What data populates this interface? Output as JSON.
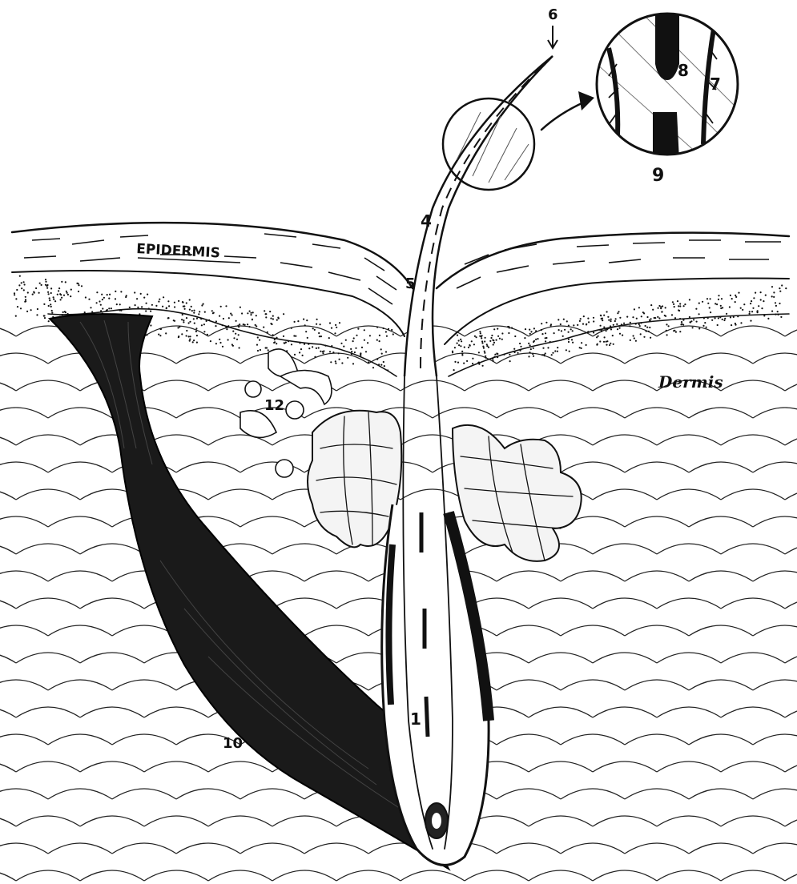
{
  "labels": {
    "epidermis": "EPIDERMIS",
    "dermis": "Dermis",
    "n1": "1",
    "n4": "4",
    "n5": "5",
    "n6": "6",
    "n7": "7",
    "n8": "8",
    "n9": "9",
    "n10": "10",
    "n12": "12"
  },
  "colors": {
    "ink": "#111111",
    "paper": "#ffffff"
  }
}
